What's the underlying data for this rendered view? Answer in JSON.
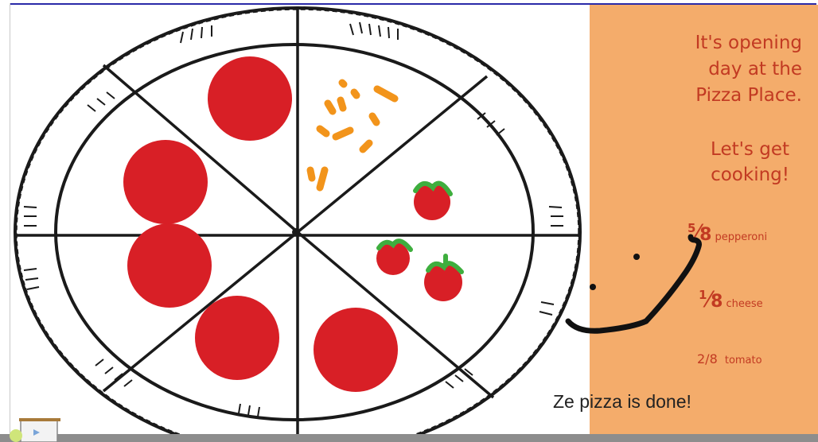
{
  "panel": {
    "title": "It's opening\nday at the\nPizza Place.",
    "subtitle": "Let's get\ncooking!"
  },
  "fractions": [
    {
      "numerator": "5",
      "denominator": "8",
      "label": "pepperoni"
    },
    {
      "numerator": "1",
      "denominator": "8",
      "label": "cheese"
    }
  ],
  "tomato": {
    "fraction": "2/8",
    "label": "tomato"
  },
  "status": "Ze pizza is done!",
  "colors": {
    "panel": "#f4ac6b",
    "text": "#c23a22",
    "pepperoni": "#d81f26",
    "cheese": "#f2941b",
    "tomato_leaf": "#3eae3e"
  }
}
